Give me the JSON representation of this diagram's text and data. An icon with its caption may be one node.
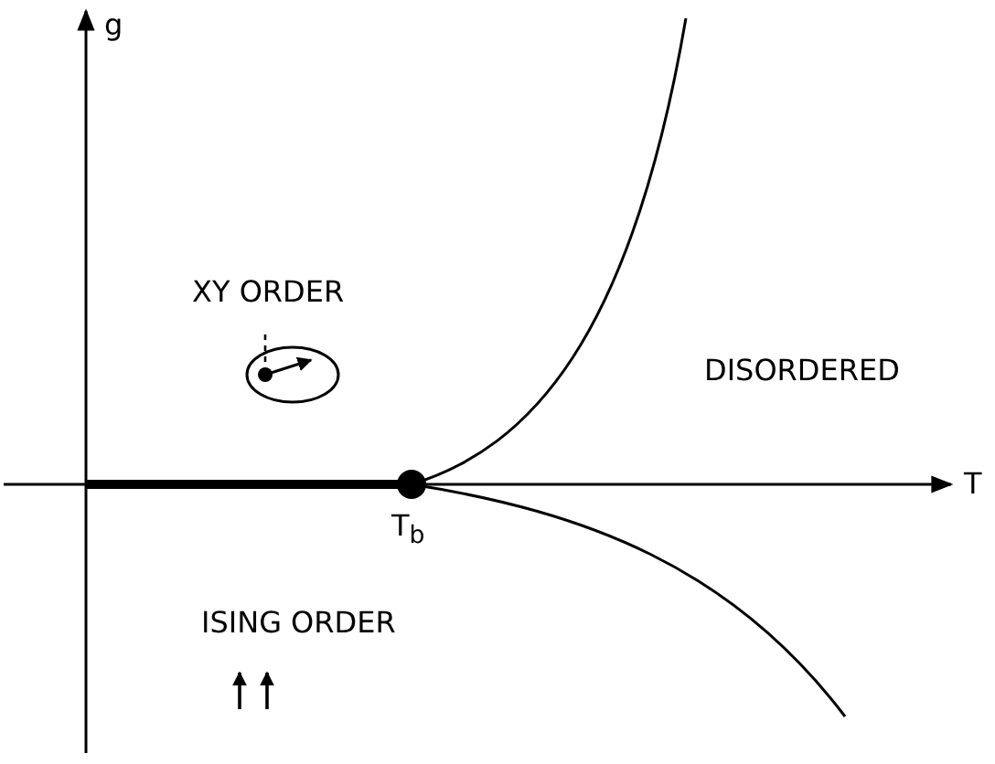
{
  "diagram": {
    "labels": [
      "g",
      "XY ORDER",
      "DISORDERED",
      "T",
      "T$_{b}$",
      "ISING ORDER"
    ]
  }
}
